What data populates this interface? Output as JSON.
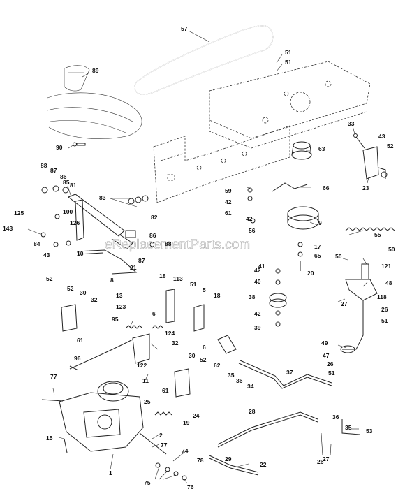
{
  "watermark": "eReplacementParts.com",
  "labels": [
    {
      "id": "l57",
      "text": "57"
    },
    {
      "id": "l51a",
      "text": "51"
    },
    {
      "id": "l51b",
      "text": "51"
    },
    {
      "id": "l89",
      "text": "89"
    },
    {
      "id": "l90",
      "text": "90"
    },
    {
      "id": "l33",
      "text": "33"
    },
    {
      "id": "l43a",
      "text": "43"
    },
    {
      "id": "l52a",
      "text": "52"
    },
    {
      "id": "l63",
      "text": "63"
    },
    {
      "id": "l23",
      "text": "23"
    },
    {
      "id": "l88a",
      "text": "88"
    },
    {
      "id": "l87a",
      "text": "87"
    },
    {
      "id": "l86a",
      "text": "86"
    },
    {
      "id": "l85",
      "text": "85"
    },
    {
      "id": "l81",
      "text": "81"
    },
    {
      "id": "l83",
      "text": "83"
    },
    {
      "id": "l82",
      "text": "82"
    },
    {
      "id": "l59",
      "text": "59"
    },
    {
      "id": "l66",
      "text": "66"
    },
    {
      "id": "l42a",
      "text": "42"
    },
    {
      "id": "l61a",
      "text": "61"
    },
    {
      "id": "l125",
      "text": "125"
    },
    {
      "id": "l100",
      "text": "100"
    },
    {
      "id": "l143",
      "text": "143"
    },
    {
      "id": "l126",
      "text": "126"
    },
    {
      "id": "l84",
      "text": "84"
    },
    {
      "id": "l43b",
      "text": "43"
    },
    {
      "id": "l86b",
      "text": "86"
    },
    {
      "id": "l88b",
      "text": "88"
    },
    {
      "id": "l42b",
      "text": "42"
    },
    {
      "id": "l56",
      "text": "56"
    },
    {
      "id": "l9",
      "text": "9"
    },
    {
      "id": "l55",
      "text": "55"
    },
    {
      "id": "l10",
      "text": "10"
    },
    {
      "id": "l87b",
      "text": "87"
    },
    {
      "id": "l21",
      "text": "21"
    },
    {
      "id": "l8",
      "text": "8"
    },
    {
      "id": "l41",
      "text": "41"
    },
    {
      "id": "l17",
      "text": "17"
    },
    {
      "id": "l65",
      "text": "65"
    },
    {
      "id": "l20",
      "text": "20"
    },
    {
      "id": "l50a",
      "text": "50"
    },
    {
      "id": "l50b",
      "text": "50"
    },
    {
      "id": "l121",
      "text": "121"
    },
    {
      "id": "l52b",
      "text": "52"
    },
    {
      "id": "l18a",
      "text": "18"
    },
    {
      "id": "l113",
      "text": "113"
    },
    {
      "id": "l51c",
      "text": "51"
    },
    {
      "id": "l42c",
      "text": "42"
    },
    {
      "id": "l40",
      "text": "40"
    },
    {
      "id": "l48",
      "text": "48"
    },
    {
      "id": "l52c",
      "text": "52"
    },
    {
      "id": "l30a",
      "text": "30"
    },
    {
      "id": "l5",
      "text": "5"
    },
    {
      "id": "l18b",
      "text": "18"
    },
    {
      "id": "l13",
      "text": "13"
    },
    {
      "id": "l32a",
      "text": "32"
    },
    {
      "id": "l123",
      "text": "123"
    },
    {
      "id": "l6a",
      "text": "6"
    },
    {
      "id": "l38",
      "text": "38"
    },
    {
      "id": "l27a",
      "text": "27"
    },
    {
      "id": "l118",
      "text": "118"
    },
    {
      "id": "l42d",
      "text": "42"
    },
    {
      "id": "l26a",
      "text": "26"
    },
    {
      "id": "l95",
      "text": "95"
    },
    {
      "id": "l124",
      "text": "124"
    },
    {
      "id": "l39",
      "text": "39"
    },
    {
      "id": "l51d",
      "text": "51"
    },
    {
      "id": "l61b",
      "text": "61"
    },
    {
      "id": "l6b",
      "text": "6"
    },
    {
      "id": "l32b",
      "text": "32"
    },
    {
      "id": "l49",
      "text": "49"
    },
    {
      "id": "l96",
      "text": "96"
    },
    {
      "id": "l122",
      "text": "122"
    },
    {
      "id": "l30b",
      "text": "30"
    },
    {
      "id": "l52d",
      "text": "52"
    },
    {
      "id": "l62",
      "text": "62"
    },
    {
      "id": "l35a",
      "text": "35"
    },
    {
      "id": "l36a",
      "text": "36"
    },
    {
      "id": "l47",
      "text": "47"
    },
    {
      "id": "l37",
      "text": "37"
    },
    {
      "id": "l26b",
      "text": "26"
    },
    {
      "id": "l51e",
      "text": "51"
    },
    {
      "id": "l77a",
      "text": "77"
    },
    {
      "id": "l11",
      "text": "11"
    },
    {
      "id": "l61c",
      "text": "61"
    },
    {
      "id": "l34",
      "text": "34"
    },
    {
      "id": "l25",
      "text": "25"
    },
    {
      "id": "l28",
      "text": "28"
    },
    {
      "id": "l19",
      "text": "19"
    },
    {
      "id": "l24",
      "text": "24"
    },
    {
      "id": "l36b",
      "text": "36"
    },
    {
      "id": "l35b",
      "text": "35"
    },
    {
      "id": "l15",
      "text": "15"
    },
    {
      "id": "l53",
      "text": "53"
    },
    {
      "id": "l2",
      "text": "2"
    },
    {
      "id": "l77b",
      "text": "77"
    },
    {
      "id": "l74",
      "text": "74"
    },
    {
      "id": "l29",
      "text": "29"
    },
    {
      "id": "l26c",
      "text": "26"
    },
    {
      "id": "l1",
      "text": "1"
    },
    {
      "id": "l78",
      "text": "78"
    },
    {
      "id": "l22",
      "text": "22"
    },
    {
      "id": "l27b",
      "text": "27"
    },
    {
      "id": "l75",
      "text": "75"
    },
    {
      "id": "l76",
      "text": "76"
    }
  ]
}
